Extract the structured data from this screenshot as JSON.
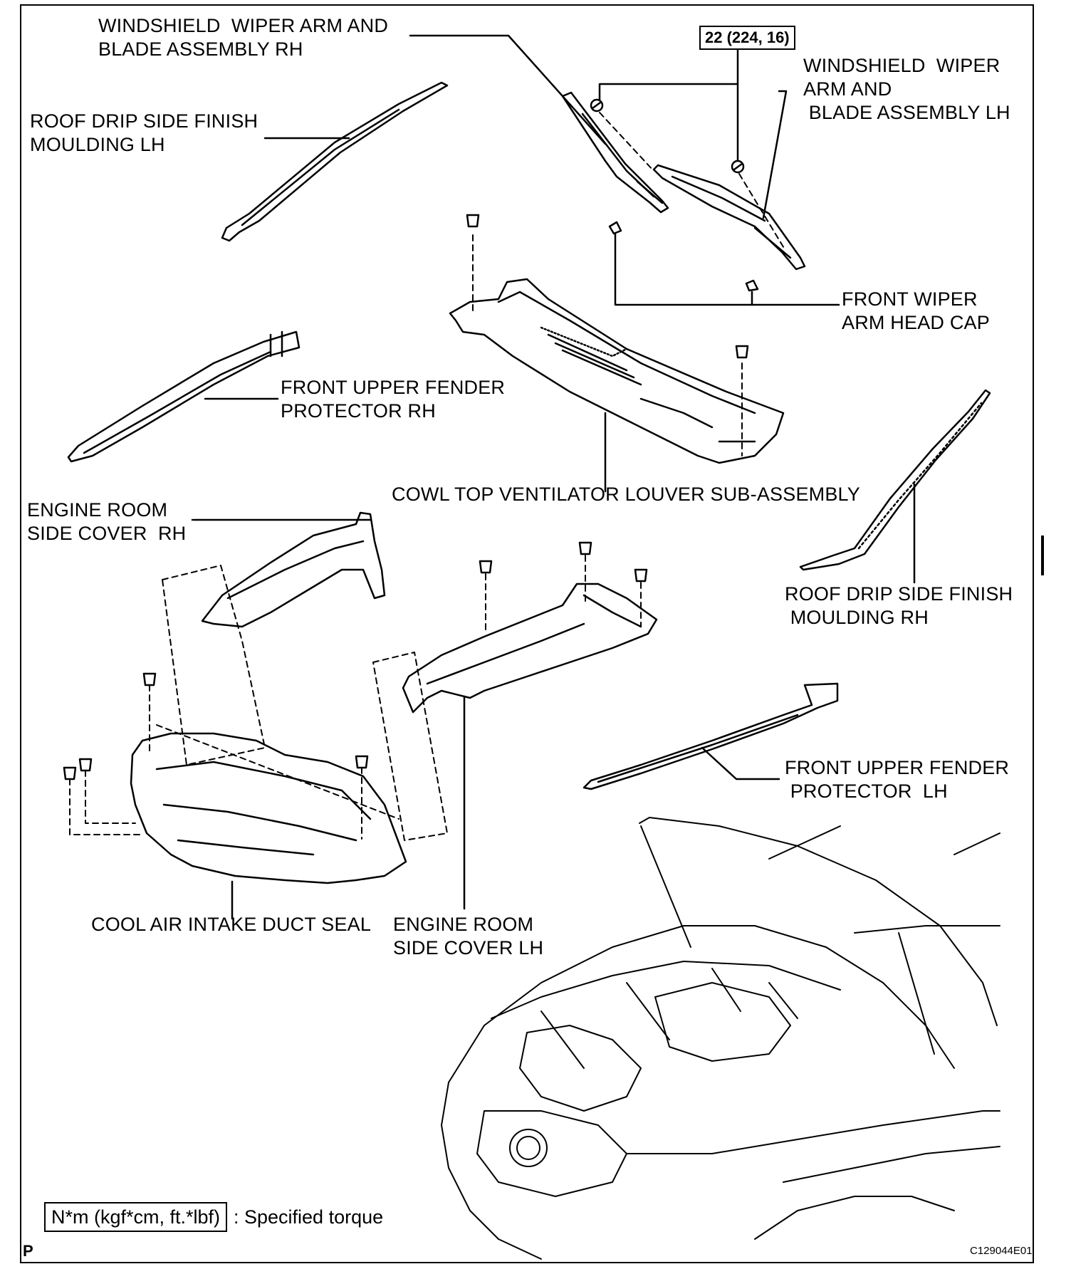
{
  "labels": {
    "wiper_rh": "WINDSHIELD  WIPER ARM AND\nBLADE ASSEMBLY RH",
    "wiper_lh": "WINDSHIELD  WIPER\nARM AND\n BLADE ASSEMBLY LH",
    "roof_drip_lh": "ROOF DRIP SIDE FINISH\nMOULDING LH",
    "roof_drip_rh": "ROOF DRIP SIDE FINISH\n MOULDING RH",
    "head_cap": "FRONT WIPER\nARM HEAD CAP",
    "fender_rh": "FRONT UPPER FENDER\nPROTECTOR RH",
    "fender_lh": "FRONT UPPER FENDER\n PROTECTOR  LH",
    "cowl": "COWL TOP VENTILATOR LOUVER SUB-ASSEMBLY",
    "engine_cover_rh": "ENGINE ROOM\nSIDE COVER  RH",
    "engine_cover_lh": "ENGINE ROOM\nSIDE COVER LH",
    "duct_seal": "COOL AIR INTAKE DUCT SEAL"
  },
  "torque_spec": "22 (224, 16)",
  "legend": {
    "units": "N*m (kgf*cm, ft.*lbf)",
    "description": ": Specified torque"
  },
  "corner_letter": "P",
  "figure_code": "C129044E01"
}
